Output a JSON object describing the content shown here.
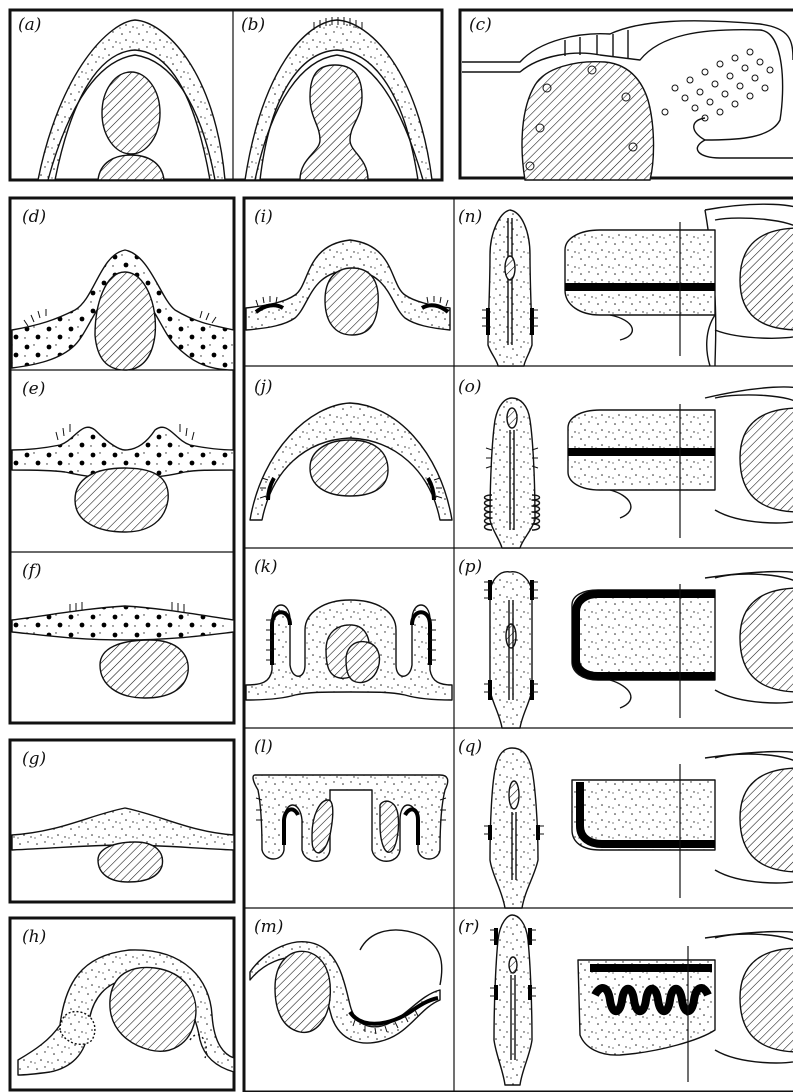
{
  "panels": {
    "a": "(a)",
    "b": "(b)",
    "c": "(c)",
    "d": "(d)",
    "e": "(e)",
    "f": "(f)",
    "g": "(g)",
    "h": "(h)",
    "i": "(i)",
    "j": "(j)",
    "k": "(k)",
    "l": "(l)",
    "m": "(m)",
    "n": "(n)",
    "o": "(o)",
    "p": "(p)",
    "q": "(q)",
    "r": "(r)"
  }
}
